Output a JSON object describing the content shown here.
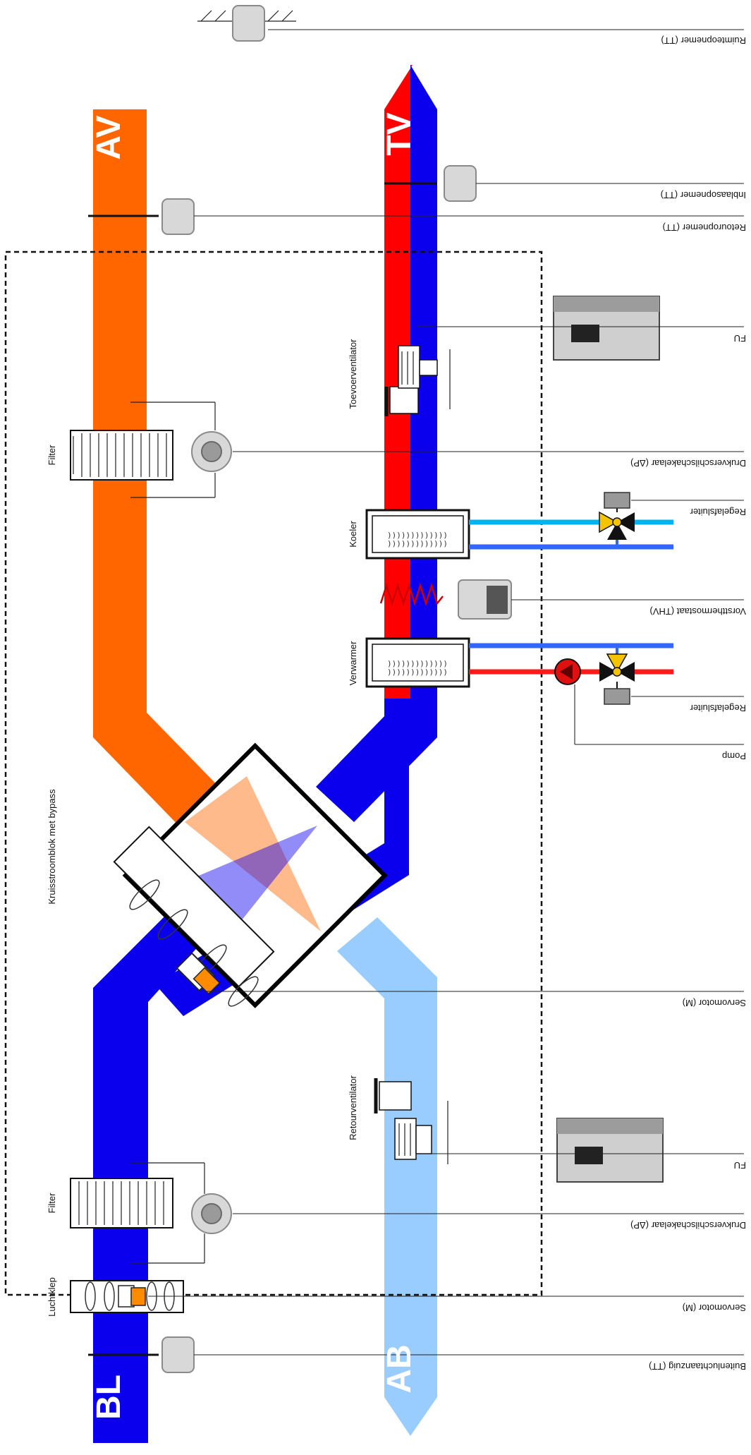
{
  "flows": {
    "av": "AV",
    "tv": "TV",
    "bl": "BL",
    "ab": "AB"
  },
  "components": {
    "filter_top": "Filter",
    "filter_bottom": "Filter",
    "toevoerventilator": "Toevoerventilator",
    "koeler": "Koeler",
    "verwarmer": "Verwarmer",
    "kruisstroomblok": "Kruisstroomblok met bypass",
    "retourventilator": "Retourventilator",
    "luchtklep": "Luchtklep"
  },
  "sensors": [
    "Ruimteopnemer (TT)",
    "Inblaasopnemer (TT)",
    "Retouropnemer (TT)",
    "FU",
    "Drukverschilschakelaar (ΔP)",
    "Regelafsluiter",
    "Vorstthermostaat (THV)",
    "Regelafsluiter",
    "Pomp",
    "Servomotor (M)",
    "FU",
    "Drukverschilschakelaar (ΔP)",
    "Servomotor (M)",
    "Buitenluchtaanzuig (TT)"
  ],
  "colors": {
    "av_duct": "#ff6600",
    "bl_duct": "#0a00ee",
    "ab_duct": "#99ccff",
    "tv_red": "#ff0000",
    "tv_blue": "#0a00ee",
    "cold_pipe": "#00b4f0",
    "return_pipe": "#3366ff",
    "hot_pipe": "#ff1a1a",
    "valve": "#f5c400",
    "actuator": "#ff8c00"
  }
}
